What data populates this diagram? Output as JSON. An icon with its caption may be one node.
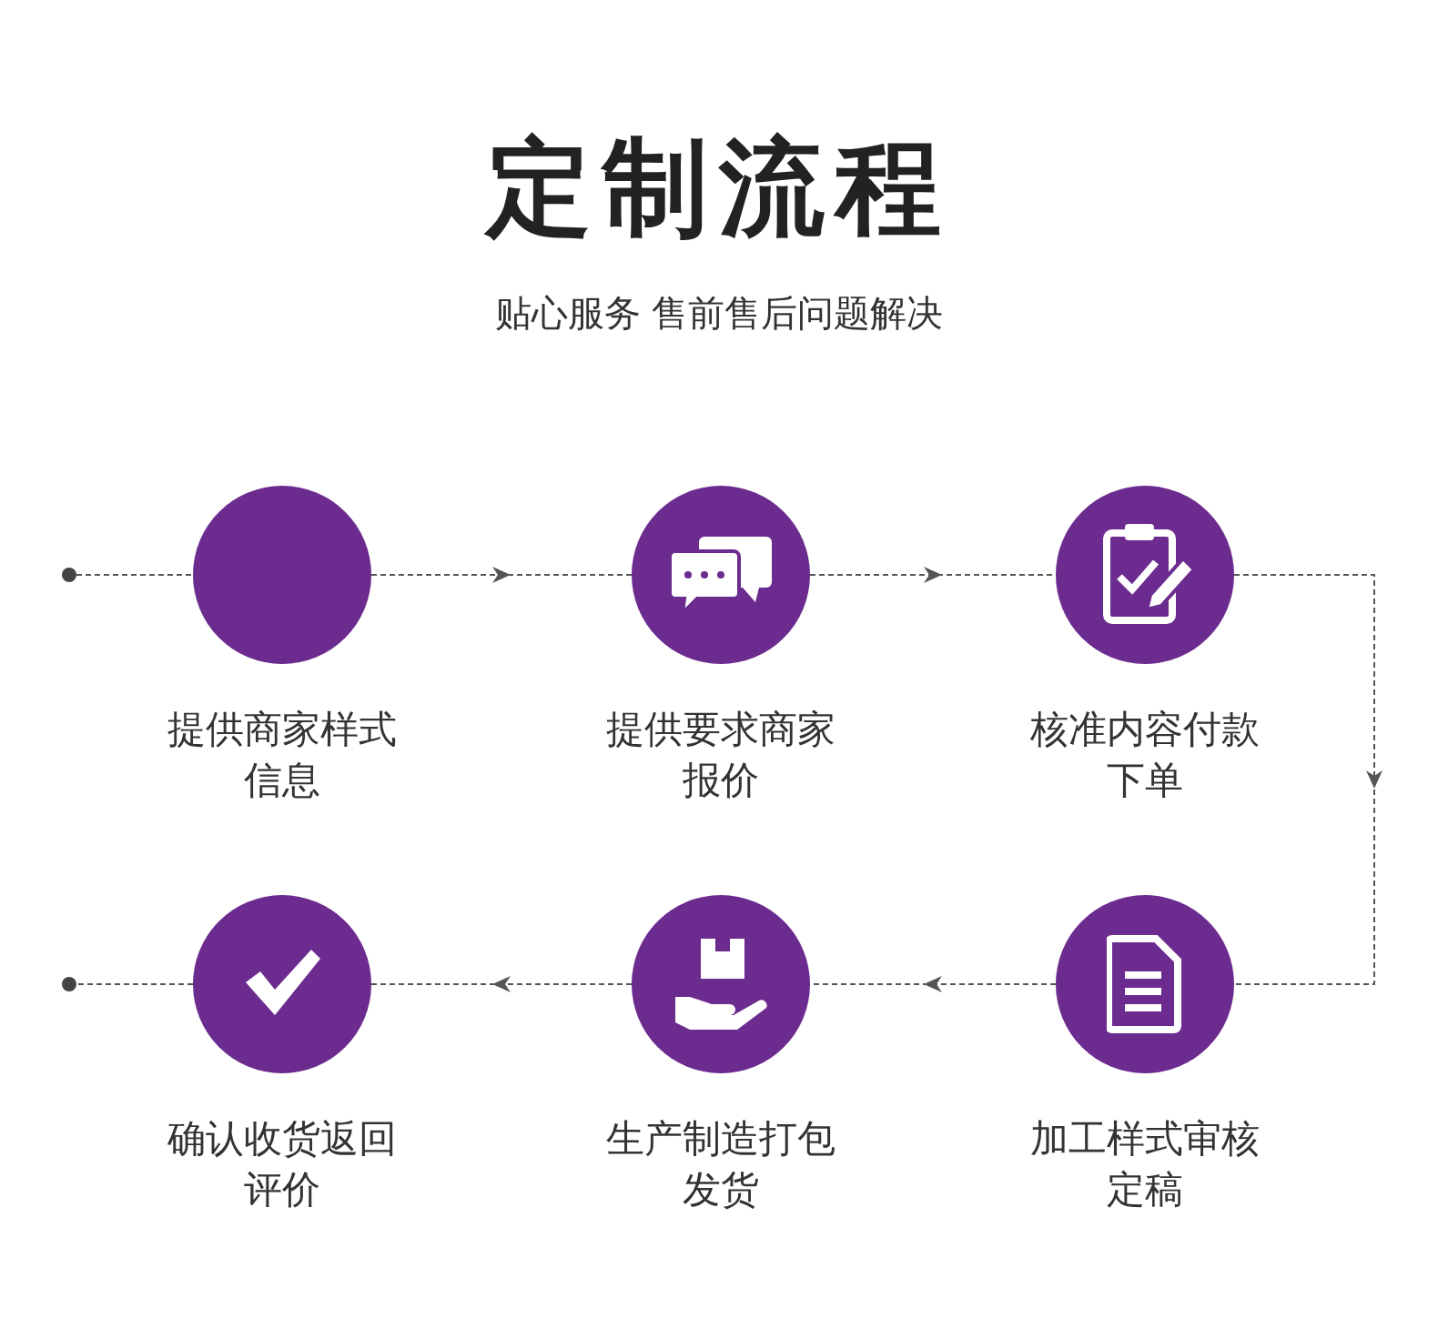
{
  "diagram": {
    "title": "定制流程",
    "caption": "贴心服务 售前售后问题解决",
    "nodes": [
      {
        "text": [],
        "shape": "circle"
      },
      {
        "text": [
          "提供商家样式信息"
        ]
      },
      {
        "text": [
          "提供要求商家报价"
        ]
      },
      {
        "text": [
          "核准内容付款下单"
        ]
      },
      {
        "text": [],
        "shape": "circle"
      },
      {
        "text": [
          "确认收货返回评价"
        ]
      },
      {
        "text": [
          "生产制造打包发货"
        ]
      },
      {
        "text": [
          "加工样式审核定稿"
        ]
      }
    ],
    "edges": [
      {
        "from": 0,
        "to": 1,
        "arrow": "none",
        "style": "dashed"
      },
      {
        "from": 1,
        "to": 2,
        "arrow": "to",
        "style": "dashed"
      },
      {
        "from": 2,
        "to": 3,
        "arrow": "to",
        "style": "dashed"
      },
      {
        "from": 3,
        "to": 7,
        "arrow": "to",
        "style": "dashed"
      },
      {
        "from": 7,
        "to": 6,
        "arrow": "to",
        "style": "dashed"
      },
      {
        "from": 6,
        "to": 5,
        "arrow": "to",
        "style": "dashed"
      },
      {
        "from": 5,
        "to": 4,
        "arrow": "none",
        "style": "dashed"
      }
    ]
  }
}
